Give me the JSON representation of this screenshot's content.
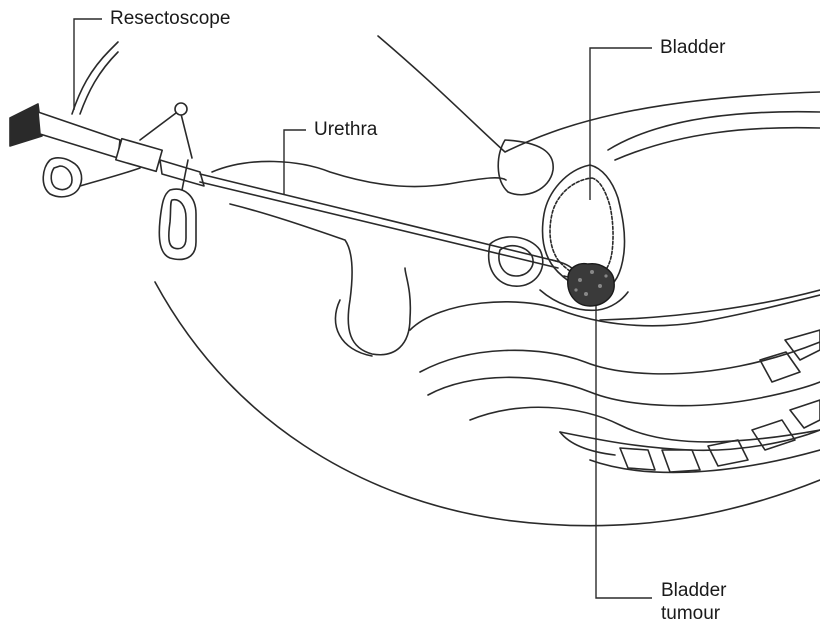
{
  "diagram": {
    "labels": {
      "resectoscope": "Resectoscope",
      "urethra": "Urethra",
      "bladder": "Bladder",
      "bladder_tumour_line1": "Bladder",
      "bladder_tumour_line2": "tumour"
    },
    "colors": {
      "outline": "#2a2a2a",
      "background": "#ffffff",
      "tumour_fill": "#3a3a3a"
    }
  }
}
